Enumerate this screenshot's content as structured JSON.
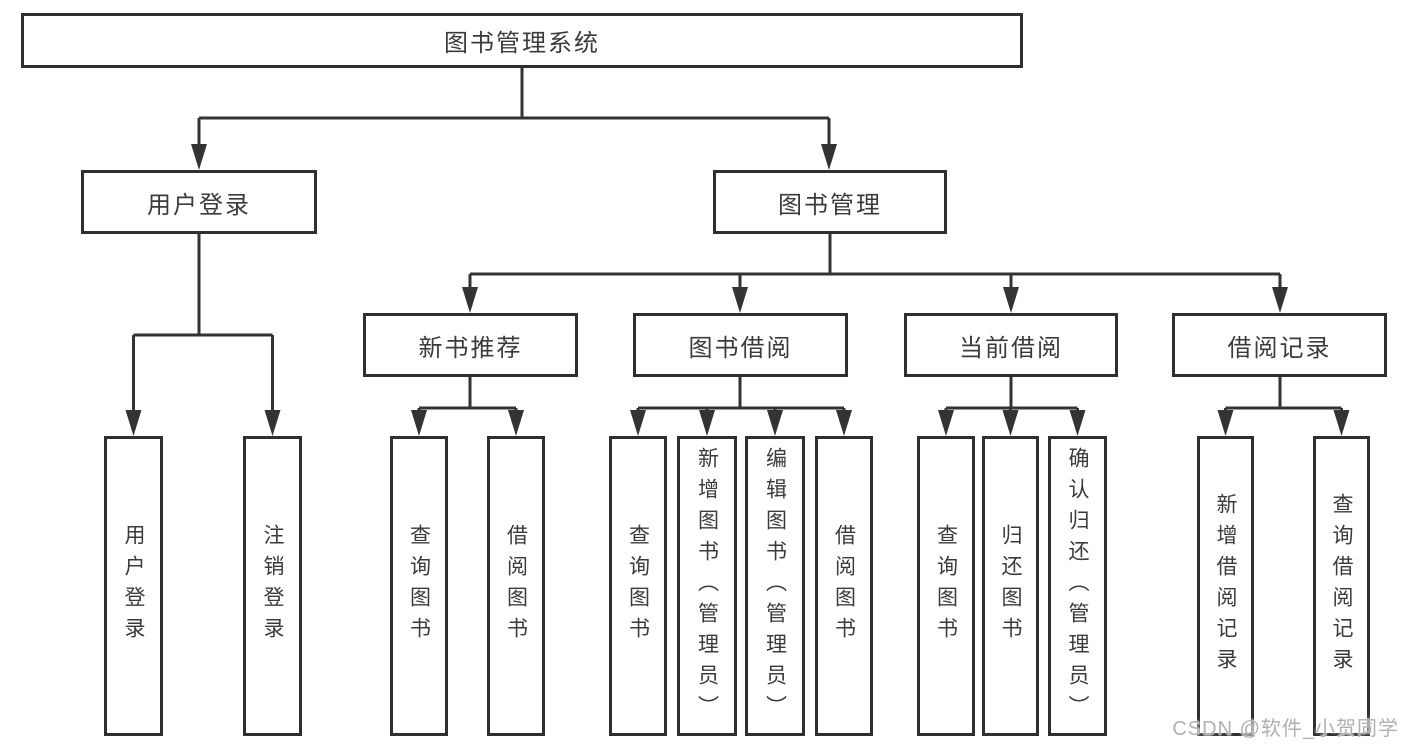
{
  "colors": {
    "background": "#ffffff",
    "line": "#333333",
    "border": "#2f2f2f",
    "text": "#3b3b3b",
    "watermark": "#b0b0b0"
  },
  "tree": {
    "root": {
      "label": "图书管理系统",
      "children": [
        {
          "label": "用户登录",
          "children": [
            {
              "label": "用户登录"
            },
            {
              "label": "注销登录"
            }
          ]
        },
        {
          "label": "图书管理",
          "children": [
            {
              "label": "新书推荐",
              "children": [
                {
                  "label": "查询图书"
                },
                {
                  "label": "借阅图书"
                }
              ]
            },
            {
              "label": "图书借阅",
              "children": [
                {
                  "label": "查询图书"
                },
                {
                  "label": "新增图书（管理员）"
                },
                {
                  "label": "编辑图书（管理员）"
                },
                {
                  "label": "借阅图书"
                }
              ]
            },
            {
              "label": "当前借阅",
              "children": [
                {
                  "label": "查询图书"
                },
                {
                  "label": "归还图书"
                },
                {
                  "label": "确认归还（管理员）"
                }
              ]
            },
            {
              "label": "借阅记录",
              "children": [
                {
                  "label": "新增借阅记录"
                },
                {
                  "label": "查询借阅记录"
                }
              ]
            }
          ]
        }
      ]
    }
  },
  "watermark": "CSDN @软件_小贺同学"
}
